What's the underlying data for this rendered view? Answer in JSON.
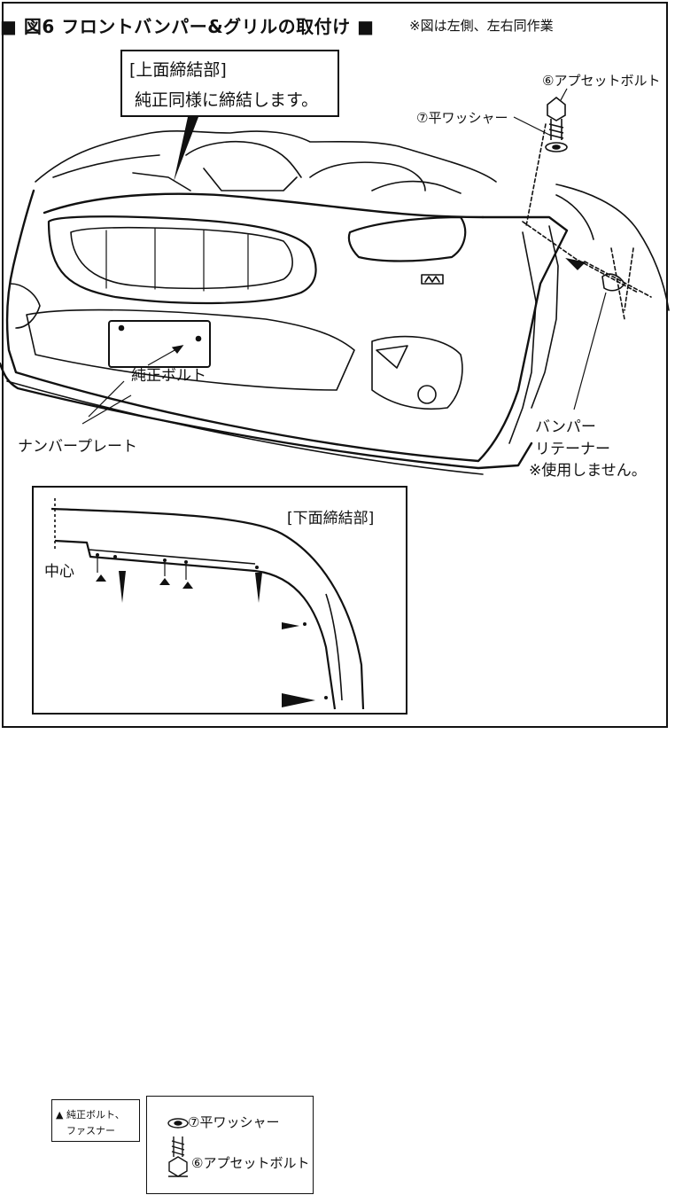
{
  "header": {
    "title": "■ 図6 フロントバンパー&グリルの取付け ■",
    "note": "※図は左側、左右同作業"
  },
  "callout": {
    "line1": "[上面締結部]",
    "line2": "純正同様に締結します。"
  },
  "labels": {
    "upset_bolt": "⑥アプセットボルト",
    "flat_washer": "⑦平ワッシャー",
    "genuine_bolt": "純正ボルト",
    "number_plate": "ナンバープレート",
    "bumper": "バンパー",
    "retainer": "リテーナー",
    "not_used": "※使用しません。"
  },
  "detail": {
    "title": "[下面締結部]",
    "center": "中心",
    "legend_line1": "▲ 純正ボルト、",
    "legend_line2": "ファスナー",
    "washer": "⑦平ワッシャー",
    "bolt": "⑥アプセットボルト"
  },
  "colors": {
    "line": "#111111",
    "background": "#ffffff"
  }
}
